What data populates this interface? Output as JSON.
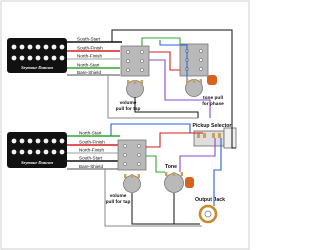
{
  "pickups": [
    {
      "brand": "Seymour Duncan",
      "wires": [
        {
          "label": "South-Start",
          "color": "#111111"
        },
        {
          "label": "South-Finish",
          "color": "#d41f1f"
        },
        {
          "label": "North-Finish",
          "color": "#e8e8e8"
        },
        {
          "label": "North-Start",
          "color": "#2fa82f"
        },
        {
          "label": "Bare-Shield",
          "color": "#888888"
        }
      ]
    },
    {
      "brand": "Seymour Duncan",
      "wires": [
        {
          "label": "North-Start",
          "color": "#2fa82f"
        },
        {
          "label": "South-Finish",
          "color": "#d41f1f"
        },
        {
          "label": "North-Finish",
          "color": "#e8e8e8"
        },
        {
          "label": "South-Start",
          "color": "#111111"
        },
        {
          "label": "Bare-Shield",
          "color": "#888888"
        }
      ]
    }
  ],
  "controls": {
    "volume_top": "volume",
    "volume_top_sub": "pull for tap",
    "tone_top": "tone pull",
    "tone_top_sub": "for phase",
    "volume_bottom": "volume",
    "volume_bottom_sub": "pull for tap",
    "tone_bottom": "Tone",
    "selector": "Pickup Selector",
    "jack": "Output Jack"
  },
  "colors": {
    "pot_body": "#b9b9b9",
    "pot_lugs": "#c9a25a",
    "cap": "#d5621e",
    "wire_blue": "#2a5fd8",
    "wire_purple": "#8a4bc8",
    "jack_ring": "#c98a2a"
  }
}
